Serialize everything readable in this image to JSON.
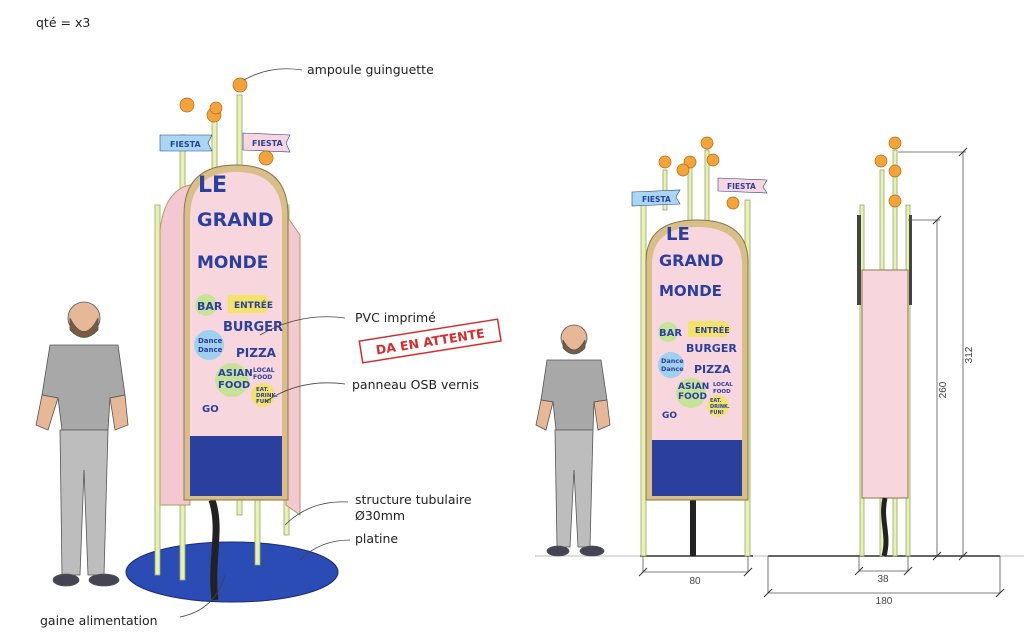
{
  "quantity": "qté = x3",
  "labels": {
    "bulb": "ampoule guinguette",
    "pvc": "PVC imprimé",
    "stamp": "DA EN ATTENTE",
    "osb": "panneau OSB vernis",
    "structure_line1": "structure tubulaire",
    "structure_line2": "Ø30mm",
    "base": "platine",
    "cable": "gaine alimentation"
  },
  "sign": {
    "title_line1": "LE",
    "title_line2": "GRAND",
    "title_line3": "MONDE",
    "flag_left": "FIESTA",
    "flag_right": "FIESTA",
    "items": [
      "BAR",
      "ENTRÉE",
      "BURGER",
      "Dance",
      "Dance",
      "PIZZA",
      "ASIAN",
      "FOOD",
      "LOCAL",
      "FOOD",
      "EAT.",
      "DRINK.",
      "FUN!",
      "GO"
    ]
  },
  "dimensions": {
    "front_width": "80",
    "side_width": "38",
    "base_length": "180",
    "panel_height": "260",
    "total_height": "312"
  },
  "colors": {
    "pink": "#f8d6de",
    "navy": "#2a3f9e",
    "osb": "#d8bf8a",
    "pole": "#e6f1b4",
    "stamp": "#d92b2b"
  }
}
